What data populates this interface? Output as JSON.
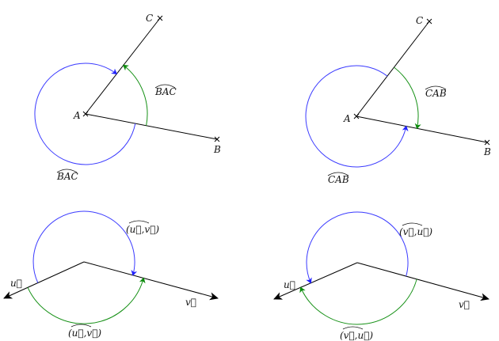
{
  "figures": [
    {
      "points": {
        "A": "A",
        "B": "B",
        "C": "C"
      },
      "angle_label_green": "BAC",
      "angle_label_blue": "BAC"
    },
    {
      "points": {
        "A": "A",
        "B": "B",
        "C": "C"
      },
      "angle_label_green": "CAB",
      "angle_label_blue": "CAB"
    },
    {
      "vectors": {
        "u": "u⃗",
        "v": "v⃗"
      },
      "angle_label_blue": "(u⃗,v⃗)",
      "angle_label_green": "(u⃗,v⃗)"
    },
    {
      "vectors": {
        "u": "u⃗",
        "v": "v⃗"
      },
      "angle_label_blue": "(v⃗,u⃗)",
      "angle_label_green": "(v⃗,u⃗)"
    }
  ],
  "colors": {
    "blue_arc": "#3a3aff",
    "green_arc": "#159015",
    "lines": "#000000"
  }
}
